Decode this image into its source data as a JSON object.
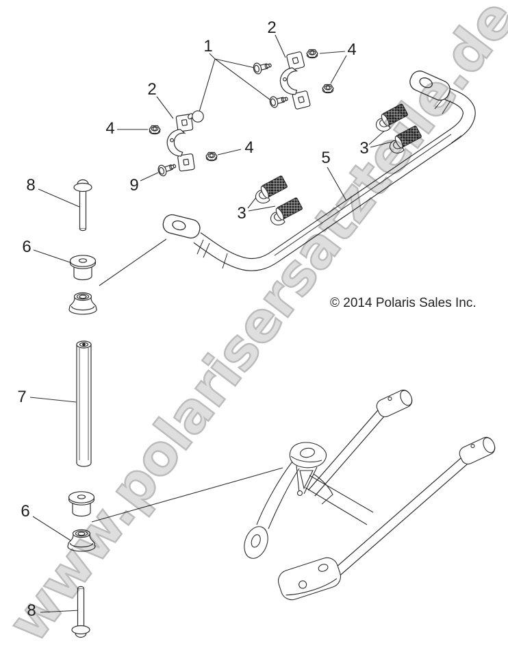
{
  "watermark_text": "www.polarisersatzteile.de",
  "copyright_text": "© 2014 Polaris Sales Inc.",
  "callouts": {
    "c1": "1",
    "c2a": "2",
    "c2b": "2",
    "c3a": "3",
    "c3b": "3",
    "c4a": "4",
    "c4b": "4",
    "c4c": "4",
    "c5": "5",
    "c6a": "6",
    "c6b": "6",
    "c7": "7",
    "c8a": "8",
    "c8b": "8",
    "c9": "9"
  },
  "colors": {
    "line": "#2b2b2b",
    "background": "#ffffff",
    "watermark_fill": "#dedede",
    "watermark_outline": "#bcbcbc",
    "knurl_dark": "#1e1e1e"
  }
}
